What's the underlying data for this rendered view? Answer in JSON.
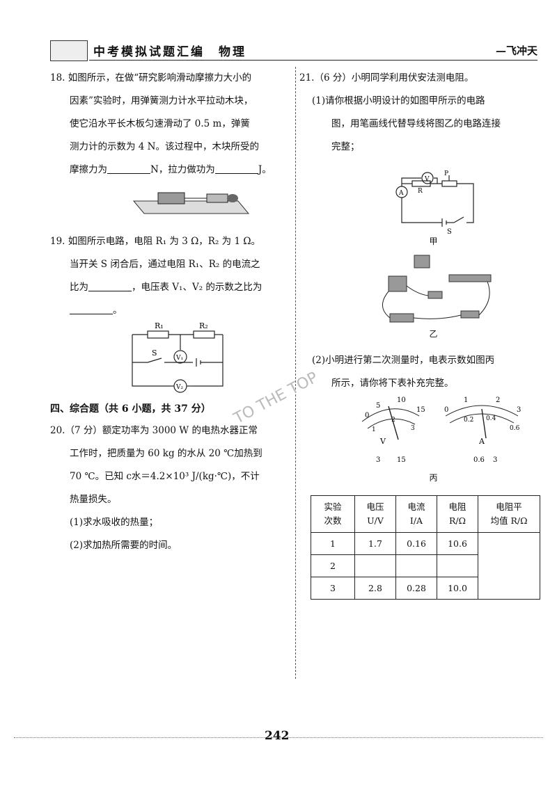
{
  "header": {
    "title": "中考模拟试题汇编　物理",
    "brand": "—飞冲天"
  },
  "q18": {
    "l1": "18. 如图所示，在做“研究影响滑动摩擦力大小的",
    "l2": "因素”实验时，用弹簧测力计水平拉动木块，",
    "l3": "使它沿水平长木板匀速滑动了 0.5 m，弹簧",
    "l4": "测力计的示数为 4 N。该过程中，木块所受的",
    "l5a": "摩擦力为",
    "l5b": "N，拉力做功为",
    "l5c": "J。"
  },
  "q19": {
    "l1": "19. 如图所示电路，电阻 R₁ 为 3 Ω，R₂ 为 1 Ω。",
    "l2": "当开关 S 闭合后，通过电阻 R₁、R₂ 的电流之",
    "l3a": "比为",
    "l3b": "，电压表 V₁、V₂ 的示数之比为",
    "l4": "。",
    "labels": {
      "r1": "R₁",
      "r2": "R₂",
      "s": "S",
      "v1": "V₁",
      "v2": "V₂"
    }
  },
  "section4": "四、综合题（共 6 小题，共 37 分）",
  "q20": {
    "l1": "20.（7 分）额定功率为 3000 W 的电热水器正常",
    "l2": "工作时，把质量为 60 kg 的水从 20 ℃加热到",
    "l3": "70 ℃。已知 c水＝4.2×10³ J/(kg·℃)，不计",
    "l4": "热量损失。",
    "p1": "(1)求水吸收的热量；",
    "p2": "(2)求加热所需要的时间。"
  },
  "q21": {
    "l1": "21.（6 分）小明同学利用伏安法测电阻。",
    "a1": "(1)请你根据小明设计的如图甲所示的电路",
    "a2": "图，用笔画线代替导线将图乙的电路连接",
    "a3": "完整；",
    "fig_jia": "甲",
    "fig_yi": "乙",
    "fig_bing": "丙",
    "b1": "(2)小明进行第二次测量时，电表示数如图丙",
    "b2": "所示，请你将下表补充完整。",
    "circ": {
      "v": "V",
      "r": "R",
      "p": "P",
      "a": "A",
      "s": "S"
    },
    "vmeter": {
      "t0": "0",
      "t5": "5",
      "t10": "10",
      "t15": "15",
      "b1": "1",
      "b2": "2",
      "b3": "3",
      "label": "V",
      "term1": "3",
      "term2": "15"
    },
    "ameter": {
      "t0": "0",
      "t1": "1",
      "t2": "2",
      "t3": "3",
      "b02": "0.2",
      "b04": "0.4",
      "b06": "0.6",
      "label": "A",
      "term1": "0.6",
      "term2": "3"
    }
  },
  "table": {
    "headers": [
      [
        "实验",
        "次数"
      ],
      [
        "电压",
        "U/V"
      ],
      [
        "电流",
        "I/A"
      ],
      [
        "电阻",
        "R/Ω"
      ],
      [
        "电阻平",
        "均值 R/Ω"
      ]
    ],
    "rows": [
      [
        "1",
        "1.7",
        "0.16",
        "10.6",
        ""
      ],
      [
        "2",
        "",
        "",
        "",
        ""
      ],
      [
        "3",
        "2.8",
        "0.28",
        "10.0",
        ""
      ]
    ]
  },
  "page_number": "242",
  "watermark": "TO THE TOP"
}
